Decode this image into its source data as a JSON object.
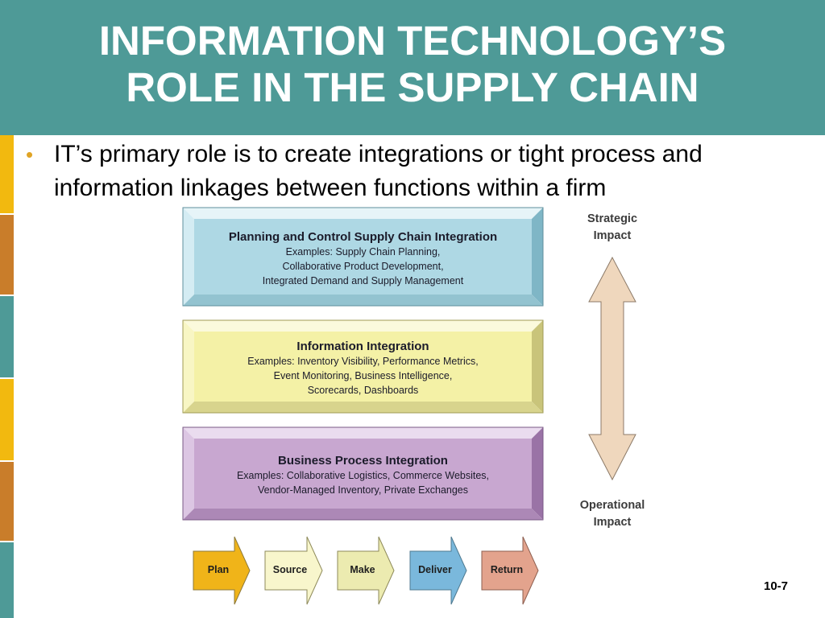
{
  "slide": {
    "title_line1": "INFORMATION TECHNOLOGY’S",
    "title_line2": "ROLE IN THE SUPPLY CHAIN",
    "bullet_symbol": "•",
    "bullet_line1": "IT’s primary role is to create integrations or tight process and",
    "bullet_line2": "information linkages between functions within a firm",
    "page_number": "10-7"
  },
  "diagram": {
    "boxes": [
      {
        "title": "Planning and Control Supply Chain Integration",
        "lines": [
          "Examples: Supply Chain Planning,",
          "Collaborative Product Development,",
          "Integrated Demand and Supply Management"
        ],
        "color": "#aed8e4"
      },
      {
        "title": "Information Integration",
        "lines": [
          "Examples: Inventory Visibility, Performance Metrics,",
          "Event Monitoring, Business Intelligence,",
          "Scorecards, Dashboards"
        ],
        "color": "#f4f1a6"
      },
      {
        "title": "Business Process Integration",
        "lines": [
          "Examples: Collaborative Logistics, Commerce Websites,",
          "Vendor-Managed Inventory, Private Exchanges"
        ],
        "color": "#c8a7d0"
      }
    ],
    "impact_top_line1": "Strategic",
    "impact_top_line2": "Impact",
    "impact_bottom_line1": "Operational",
    "impact_bottom_line2": "Impact",
    "steps": [
      {
        "label": "Plan",
        "color": "#f0b419"
      },
      {
        "label": "Source",
        "color": "#f8f6cc"
      },
      {
        "label": "Make",
        "color": "#ecebb0"
      },
      {
        "label": "Deliver",
        "color": "#7ab8dc"
      },
      {
        "label": "Return",
        "color": "#e3a38d"
      }
    ]
  },
  "colors": {
    "header": "#4e9a97",
    "bullet": "#e0a425"
  }
}
